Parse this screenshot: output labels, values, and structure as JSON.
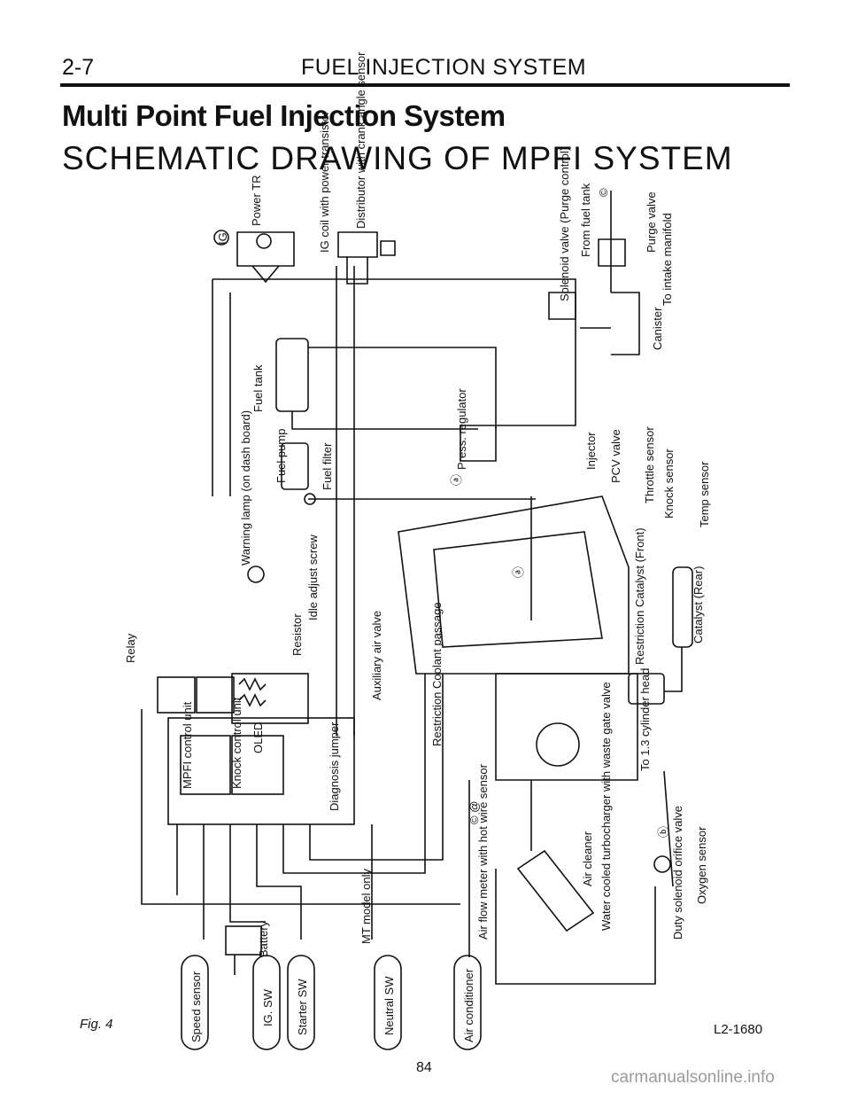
{
  "header": {
    "section": "2-7",
    "title": "FUEL INJECTION SYSTEM"
  },
  "heading": "Multi Point Fuel Injection System",
  "subheading": "SCHEMATIC DRAWING OF MPFI SYSTEM",
  "labels": {
    "ig": "IG",
    "power_tr": "Power TR",
    "ig_coil": "IG coil with power transistor",
    "distributor": "Distributor with crank angle sensor",
    "solenoid_valve": "Solenoid valve (Purge control)",
    "from_fuel_tank": "From fuel tank",
    "purge_valve": "Purge valve",
    "to_intake": "To intake manifold",
    "canister": "Canister",
    "fuel_tank": "Fuel tank",
    "fuel_pump": "Fuel pump",
    "fuel_filter": "Fuel filter",
    "press_regulator": "Press. regulator",
    "injector": "Injector",
    "pcv": "PCV valve",
    "throttle_sensor": "Throttle sensor",
    "knock_sensor": "Knock sensor",
    "temp_sensor": "Temp sensor",
    "warning_lamp": "Warning lamp (on dash board)",
    "idle_screw": "Idle adjust screw",
    "resistor": "Resistor",
    "relay": "Relay",
    "auxiliary_air": "Auxiliary air valve",
    "restriction_coolant": "Restriction Coolant passage",
    "restriction_catalyst": "Restriction Catalyst (Front)",
    "catalyst_rear": "Catalyst (Rear)",
    "to_cylinder": "To 1.3 cylinder head",
    "mpfi_unit": "MPFI control unit",
    "knock_unit": "Knock control unit",
    "oled": "OLED",
    "diagnosis": "Diagnosis jumper",
    "ca": "© @",
    "air_flow": "Air flow meter with hot wire sensor",
    "air_cleaner": "Air cleaner",
    "turbo": "Water cooled turbocharger with waste gate valve",
    "b_marker": "ⓑ",
    "duty_solenoid": "Duty solenoid orifice valve",
    "oxygen": "Oxygen sensor",
    "battery": "Battery",
    "mt_model": "MT model only",
    "a1": "ⓐ",
    "a2": "ⓐ",
    "c_marker": "©",
    "speed_sensor": "Speed sensor",
    "ig_sw": "IG. SW",
    "starter_sw": "Starter SW",
    "neutral_sw": "Neutral SW",
    "air_conditioner": "Air conditioner"
  },
  "footer": {
    "fig": "Fig. 4",
    "code": "L2-1680",
    "page": "84",
    "watermark": "carmanualsonline.info"
  }
}
